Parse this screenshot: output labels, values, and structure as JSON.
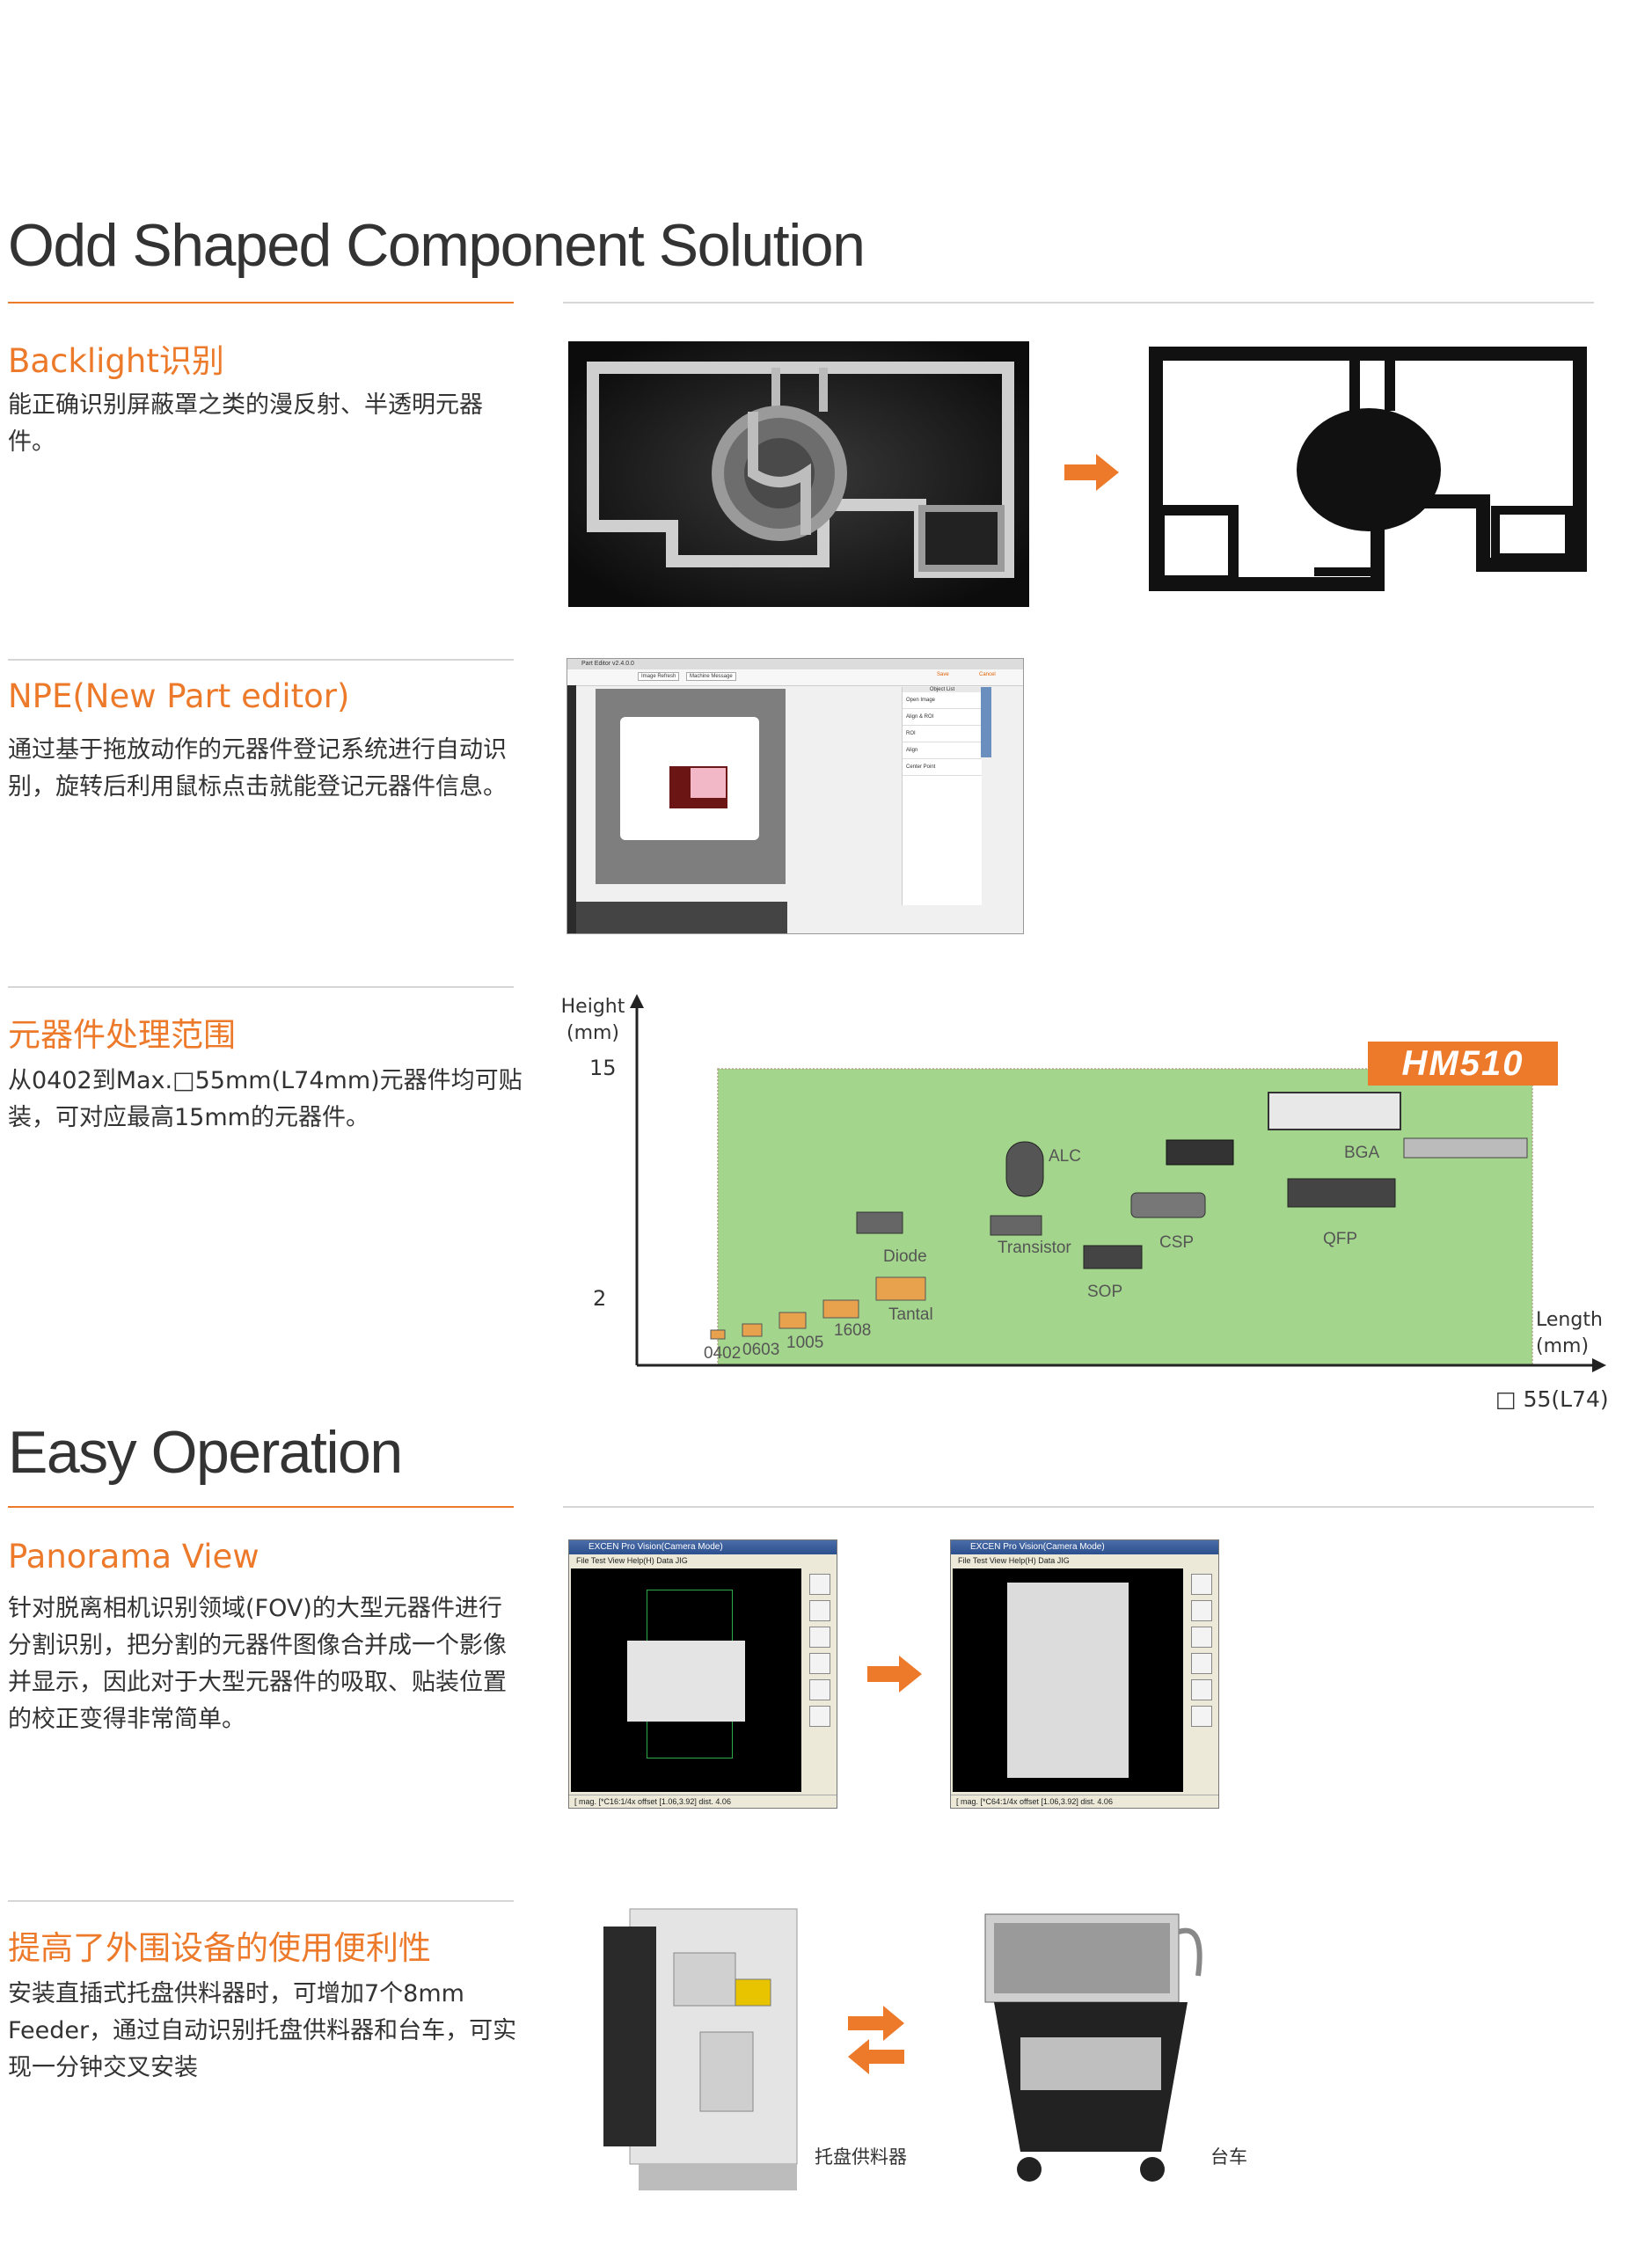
{
  "section1": {
    "title": "Odd Shaped Component Solution",
    "backlight": {
      "heading": "Backlight识别",
      "body": "能正确识别屏蔽罩之类的漫反射、半透明元器件。"
    },
    "npe": {
      "heading": "NPE(New Part editor)",
      "body": "通过基于拖放动作的元器件登记系统进行自动识别，旋转后利用鼠标点击就能登记元器件信息。",
      "window_title": "Part Editor  v2.4.0.0",
      "toolbar": [
        "Image Refresh",
        "Machine Message"
      ],
      "buttons": [
        "Save",
        "Cancel"
      ],
      "object_list_title": "Object List",
      "object_list_items": [
        "Open Image",
        "Align & ROI",
        "ROI",
        "Align",
        "Center Point"
      ]
    },
    "range": {
      "heading": "元器件处理范围",
      "body": "从0402到Max.□55mm(L74mm)元器件均可贴装，可对应最高15mm的元器件。"
    }
  },
  "chart": {
    "y_axis_label": "Height\n(mm)",
    "x_axis_label": "Length\n(mm)",
    "y_ticks": [
      "15",
      "2"
    ],
    "x_max_label": "□ 55(L74)",
    "logo": "HM510",
    "components": [
      "0402",
      "0603",
      "1005",
      "1608",
      "Tantal",
      "Diode",
      "Transistor",
      "SOP",
      "CSP",
      "ALC",
      "QFP",
      "BGA"
    ],
    "colors": {
      "area": "#a3d68c",
      "logo_bg": "#ec7a2a",
      "accent": "#ec7a2a"
    }
  },
  "section2": {
    "title": "Easy Operation",
    "panorama": {
      "heading": "Panorama View",
      "body": "针对脱离相机识别领域(FOV)的大型元器件进行分割识别，把分割的元器件图像合并成一个影像并显示，因此对于大型元器件的吸取、贴装位置的校正变得非常简单。",
      "window_title": "EXCEN Pro Vision(Camera Mode)",
      "menu": "File   Test   View   Help(H)   Data   JIG",
      "status_left": "[ mag. [*C16:1/4x  offset  [1.06,3.92]        dist.  4.06",
      "status_right": "[ mag. [*C64:1/4x  offset  [1.06,3.92]        dist.  4.06"
    },
    "peripheral": {
      "heading": "提高了外围设备的使用便利性",
      "body": "安装直插式托盘供料器时，可增加7个8mm Feeder，通过自动识别托盘供料器和台车，可实现一分钟交叉安装",
      "caption_tray": "托盘供料器",
      "caption_cart": "台车"
    }
  },
  "icons": {
    "arrow_right": "arrow-right-icon",
    "swap": "swap-arrows-icon"
  }
}
